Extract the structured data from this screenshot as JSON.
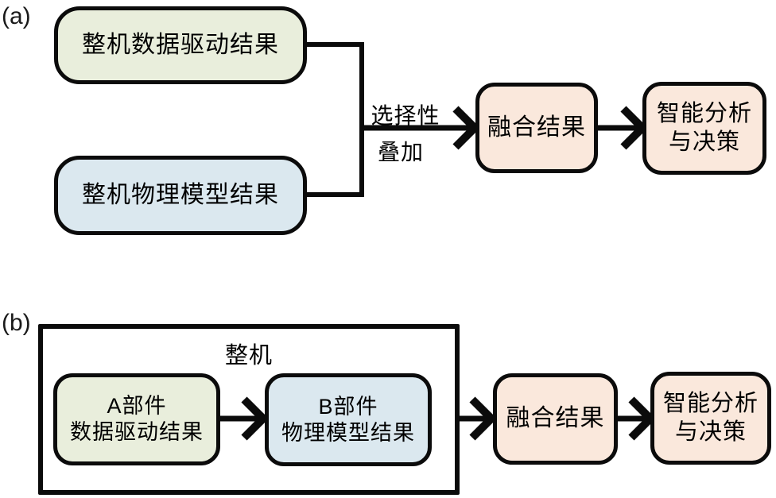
{
  "colors": {
    "node_green": "#E9EEDC",
    "node_blue": "#DBE8EF",
    "node_pink": "#FAE8DC",
    "stroke": "#0B0B0B",
    "label": "#1A1A1A",
    "background": "#FFFFFF"
  },
  "panel_a": {
    "label": "(a)",
    "data_driven_box": "整机数据驱动结果",
    "physics_box": "整机物理模型结果",
    "arrow_label_line1": "选择性",
    "arrow_label_line2": "叠加",
    "fusion_box": "融合结果",
    "decision_box_line1": "智能分析",
    "decision_box_line2": "与决策"
  },
  "panel_b": {
    "label": "(b)",
    "container_label": "整机",
    "component_a_line1": "A部件",
    "component_a_line2": "数据驱动结果",
    "component_b_line1": "B部件",
    "component_b_line2": "物理模型结果",
    "fusion_box": "融合结果",
    "decision_box_line1": "智能分析",
    "decision_box_line2": "与决策"
  }
}
